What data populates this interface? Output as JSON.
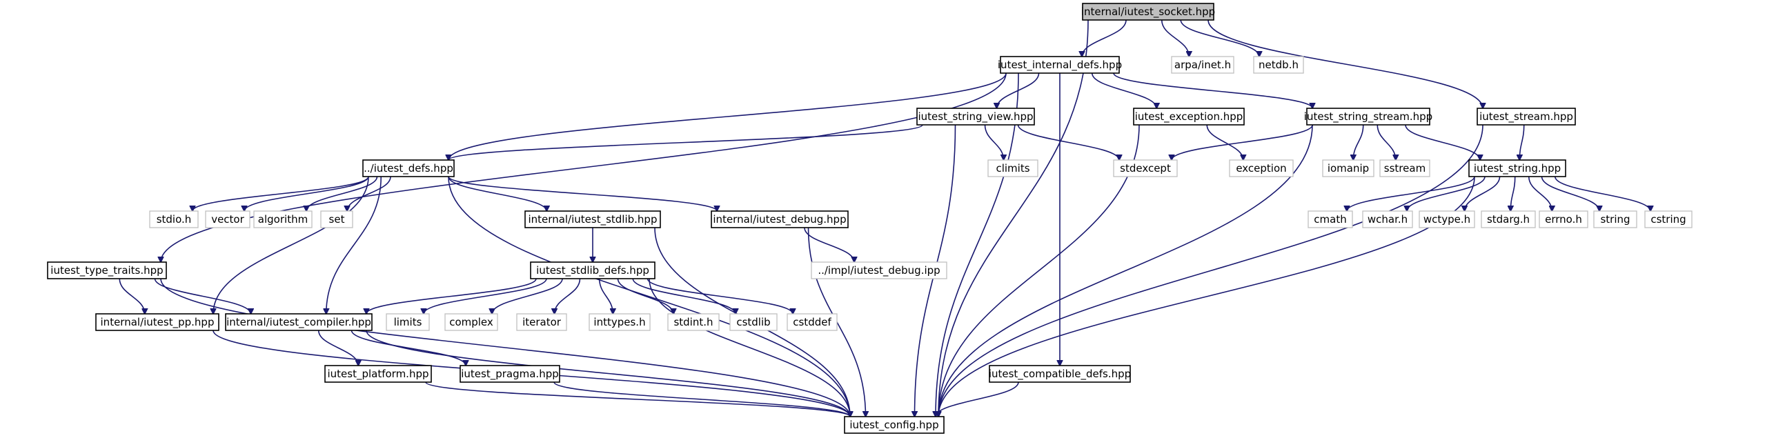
{
  "graph": {
    "nodes": [
      {
        "id": "iutest_socket",
        "label": "internal/iutest_socket.hpp",
        "kind": "root"
      },
      {
        "id": "iutest_internal_defs",
        "label": "iutest_internal_defs.hpp",
        "kind": "local"
      },
      {
        "id": "arpa_inet",
        "label": "arpa/inet.h",
        "kind": "system"
      },
      {
        "id": "netdb",
        "label": "netdb.h",
        "kind": "system"
      },
      {
        "id": "iutest_string_view",
        "label": "iutest_string_view.hpp",
        "kind": "local"
      },
      {
        "id": "iutest_exception",
        "label": "iutest_exception.hpp",
        "kind": "local"
      },
      {
        "id": "iutest_string_stream",
        "label": "iutest_string_stream.hpp",
        "kind": "local"
      },
      {
        "id": "iutest_stream",
        "label": "iutest_stream.hpp",
        "kind": "local"
      },
      {
        "id": "iutest_defs",
        "label": "../iutest_defs.hpp",
        "kind": "local"
      },
      {
        "id": "climits",
        "label": "climits",
        "kind": "system"
      },
      {
        "id": "stdexcept",
        "label": "stdexcept",
        "kind": "system"
      },
      {
        "id": "exception",
        "label": "exception",
        "kind": "system"
      },
      {
        "id": "iomanip",
        "label": "iomanip",
        "kind": "system"
      },
      {
        "id": "sstream",
        "label": "sstream",
        "kind": "system"
      },
      {
        "id": "iutest_string",
        "label": "iutest_string.hpp",
        "kind": "local"
      },
      {
        "id": "stdio_h",
        "label": "stdio.h",
        "kind": "system"
      },
      {
        "id": "vector",
        "label": "vector",
        "kind": "system"
      },
      {
        "id": "algorithm",
        "label": "algorithm",
        "kind": "system"
      },
      {
        "id": "set",
        "label": "set",
        "kind": "system"
      },
      {
        "id": "iutest_stdlib",
        "label": "internal/iutest_stdlib.hpp",
        "kind": "local"
      },
      {
        "id": "iutest_debug",
        "label": "internal/iutest_debug.hpp",
        "kind": "local"
      },
      {
        "id": "cmath",
        "label": "cmath",
        "kind": "system"
      },
      {
        "id": "wchar_h",
        "label": "wchar.h",
        "kind": "system"
      },
      {
        "id": "wctype_h",
        "label": "wctype.h",
        "kind": "system"
      },
      {
        "id": "stdarg_h",
        "label": "stdarg.h",
        "kind": "system"
      },
      {
        "id": "errno_h",
        "label": "errno.h",
        "kind": "system"
      },
      {
        "id": "string",
        "label": "string",
        "kind": "system"
      },
      {
        "id": "cstring",
        "label": "cstring",
        "kind": "system"
      },
      {
        "id": "iutest_type_traits",
        "label": "iutest_type_traits.hpp",
        "kind": "local"
      },
      {
        "id": "iutest_stdlib_defs",
        "label": "iutest_stdlib_defs.hpp",
        "kind": "local"
      },
      {
        "id": "impl_iutest_debug",
        "label": "../impl/iutest_debug.ipp",
        "kind": "system"
      },
      {
        "id": "iutest_pp",
        "label": "internal/iutest_pp.hpp",
        "kind": "local"
      },
      {
        "id": "iutest_compiler",
        "label": "internal/iutest_compiler.hpp",
        "kind": "local"
      },
      {
        "id": "limits",
        "label": "limits",
        "kind": "system"
      },
      {
        "id": "complex",
        "label": "complex",
        "kind": "system"
      },
      {
        "id": "iterator",
        "label": "iterator",
        "kind": "system"
      },
      {
        "id": "inttypes_h",
        "label": "inttypes.h",
        "kind": "system"
      },
      {
        "id": "stdint_h",
        "label": "stdint.h",
        "kind": "system"
      },
      {
        "id": "cstdlib",
        "label": "cstdlib",
        "kind": "system"
      },
      {
        "id": "cstddef",
        "label": "cstddef",
        "kind": "system"
      },
      {
        "id": "iutest_platform",
        "label": "iutest_platform.hpp",
        "kind": "local"
      },
      {
        "id": "iutest_pragma",
        "label": "iutest_pragma.hpp",
        "kind": "local"
      },
      {
        "id": "iutest_compatible_defs",
        "label": "iutest_compatible_defs.hpp",
        "kind": "local"
      },
      {
        "id": "iutest_config",
        "label": "iutest_config.hpp",
        "kind": "local"
      }
    ],
    "edges": [
      [
        "iutest_socket",
        "iutest_config"
      ],
      [
        "iutest_socket",
        "iutest_internal_defs"
      ],
      [
        "iutest_socket",
        "arpa_inet"
      ],
      [
        "iutest_socket",
        "netdb"
      ],
      [
        "iutest_socket",
        "iutest_stream"
      ],
      [
        "iutest_internal_defs",
        "iutest_type_traits"
      ],
      [
        "iutest_internal_defs",
        "iutest_defs"
      ],
      [
        "iutest_internal_defs",
        "iutest_string_view"
      ],
      [
        "iutest_internal_defs",
        "iutest_exception"
      ],
      [
        "iutest_internal_defs",
        "iutest_string_stream"
      ],
      [
        "iutest_internal_defs",
        "iutest_compatible_defs"
      ],
      [
        "iutest_internal_defs",
        "iutest_config"
      ],
      [
        "iutest_string_view",
        "iutest_defs"
      ],
      [
        "iutest_string_view",
        "climits"
      ],
      [
        "iutest_string_view",
        "stdexcept"
      ],
      [
        "iutest_string_view",
        "iutest_config"
      ],
      [
        "iutest_exception",
        "exception"
      ],
      [
        "iutest_exception",
        "iutest_config"
      ],
      [
        "iutest_string_stream",
        "stdexcept"
      ],
      [
        "iutest_string_stream",
        "iomanip"
      ],
      [
        "iutest_string_stream",
        "sstream"
      ],
      [
        "iutest_string_stream",
        "iutest_string"
      ],
      [
        "iutest_string_stream",
        "iutest_config"
      ],
      [
        "iutest_stream",
        "iutest_string"
      ],
      [
        "iutest_stream",
        "iutest_config"
      ],
      [
        "iutest_string",
        "cmath"
      ],
      [
        "iutest_string",
        "wchar_h"
      ],
      [
        "iutest_string",
        "wctype_h"
      ],
      [
        "iutest_string",
        "stdarg_h"
      ],
      [
        "iutest_string",
        "errno_h"
      ],
      [
        "iutest_string",
        "string"
      ],
      [
        "iutest_string",
        "cstring"
      ],
      [
        "iutest_string",
        "iutest_config"
      ],
      [
        "iutest_defs",
        "stdio_h"
      ],
      [
        "iutest_defs",
        "vector"
      ],
      [
        "iutest_defs",
        "algorithm"
      ],
      [
        "iutest_defs",
        "set"
      ],
      [
        "iutest_defs",
        "iutest_stdlib"
      ],
      [
        "iutest_defs",
        "iutest_debug"
      ],
      [
        "iutest_defs",
        "iutest_pp"
      ],
      [
        "iutest_defs",
        "iutest_compiler"
      ],
      [
        "iutest_defs",
        "iutest_config"
      ],
      [
        "iutest_stdlib",
        "iutest_stdlib_defs"
      ],
      [
        "iutest_stdlib",
        "iutest_config"
      ],
      [
        "iutest_debug",
        "impl_iutest_debug"
      ],
      [
        "iutest_debug",
        "iutest_config"
      ],
      [
        "iutest_type_traits",
        "iutest_pp"
      ],
      [
        "iutest_type_traits",
        "iutest_compiler"
      ],
      [
        "iutest_type_traits",
        "iutest_config"
      ],
      [
        "iutest_stdlib_defs",
        "iutest_compiler"
      ],
      [
        "iutest_stdlib_defs",
        "limits"
      ],
      [
        "iutest_stdlib_defs",
        "complex"
      ],
      [
        "iutest_stdlib_defs",
        "iterator"
      ],
      [
        "iutest_stdlib_defs",
        "inttypes_h"
      ],
      [
        "iutest_stdlib_defs",
        "stdint_h"
      ],
      [
        "iutest_stdlib_defs",
        "cstdlib"
      ],
      [
        "iutest_stdlib_defs",
        "cstddef"
      ],
      [
        "iutest_stdlib_defs",
        "iutest_config"
      ],
      [
        "iutest_pp",
        "iutest_config"
      ],
      [
        "iutest_compiler",
        "iutest_platform"
      ],
      [
        "iutest_compiler",
        "iutest_pragma"
      ],
      [
        "iutest_compiler",
        "iutest_config"
      ],
      [
        "iutest_platform",
        "iutest_config"
      ],
      [
        "iutest_pragma",
        "iutest_config"
      ],
      [
        "iutest_compatible_defs",
        "iutest_config"
      ]
    ]
  },
  "colors": {
    "edge": "#191970",
    "root_fill": "#bfbfbf",
    "local_border": "#000000",
    "system_border": "#bfbfbf"
  }
}
